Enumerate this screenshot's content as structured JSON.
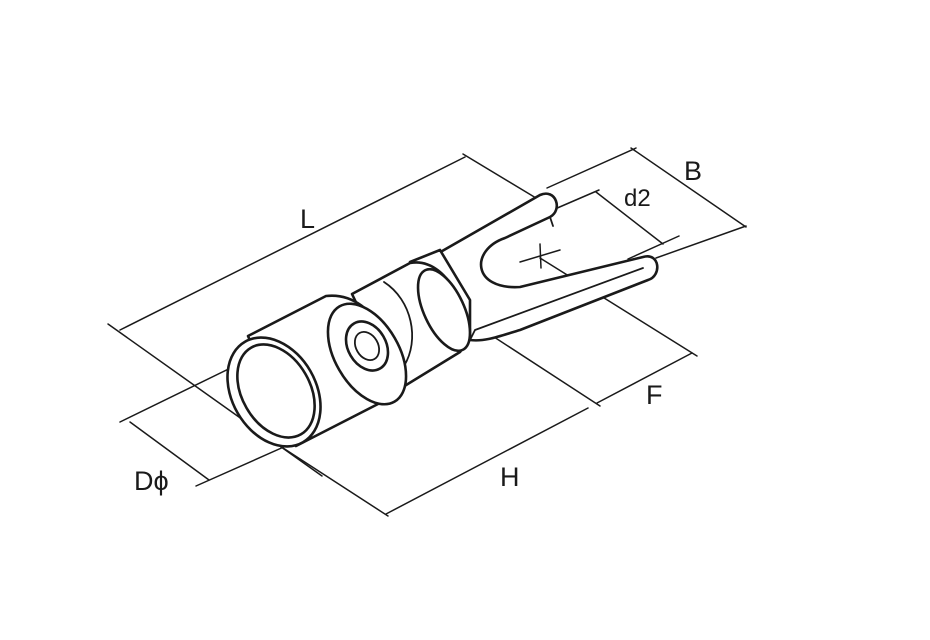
{
  "diagram": {
    "colors": {
      "line": "#1a1a1a",
      "background": "#ffffff"
    },
    "dimensions": {
      "L": "L",
      "B": "B",
      "d2": "d2",
      "F": "F",
      "H": "H",
      "D": "Dϕ"
    }
  }
}
